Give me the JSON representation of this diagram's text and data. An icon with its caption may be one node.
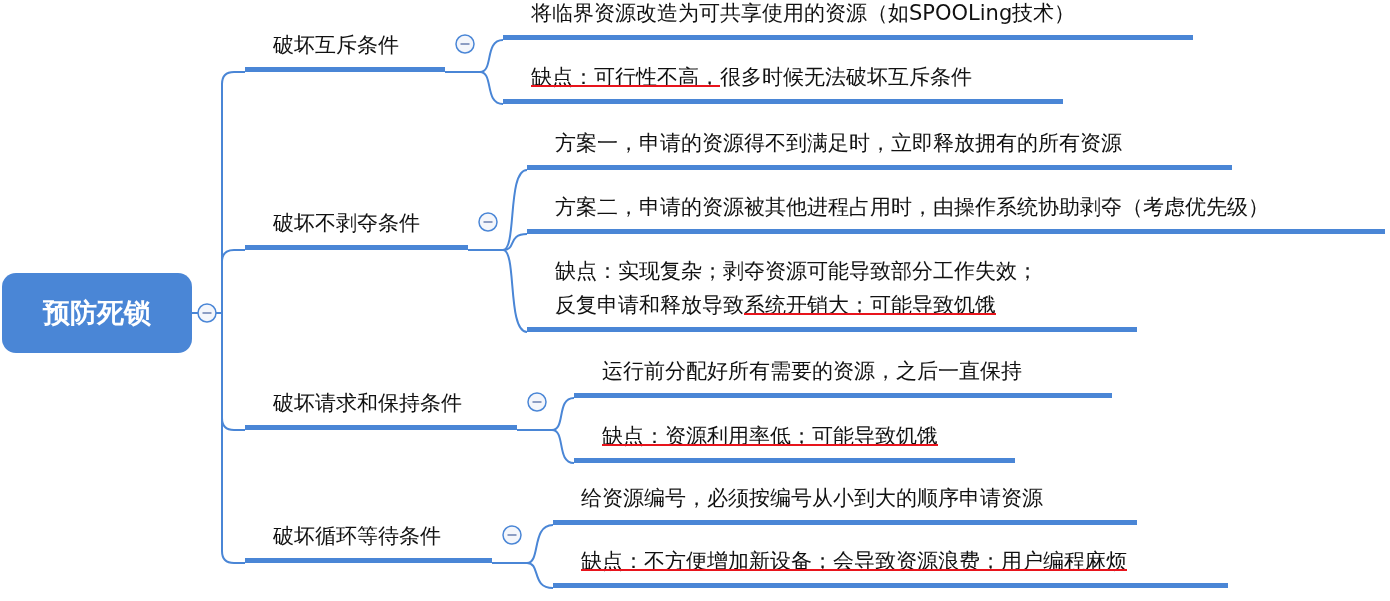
{
  "diagram": {
    "nodes": [
      {
        "text": [
          "预防死锁"
        ]
      },
      {
        "text": [
          "破坏互斥条件"
        ]
      },
      {
        "text": [
          "将临界资源改造为可共享使用的资源（如SPOOLing技术）"
        ]
      },
      {
        "text": [
          "缺点：可行性不高，很多时候无法破坏互斥条件"
        ]
      },
      {
        "text": [
          "破坏不剥夺条件"
        ]
      },
      {
        "text": [
          "方案一，申请的资源得不到满足时，立即释放拥有的所有资源"
        ]
      },
      {
        "text": [
          "方案二，申请的资源被其他进程占用时，由操作系统协助剥夺（考虑优先级）"
        ]
      },
      {
        "text": [
          "缺点：实现复杂；剥夺资源可能导致部分工作失效；反复申请和释放导致系统开销大；可能导致饥饿"
        ]
      },
      {
        "text": [
          "破坏请求和保持条件"
        ]
      },
      {
        "text": [
          "运行前分配好所有需要的资源，之后一直保持"
        ]
      },
      {
        "text": [
          "缺点：资源利用率低；可能导致饥饿"
        ]
      },
      {
        "text": [
          "破坏循环等待条件"
        ]
      },
      {
        "text": [
          "给资源编号，必须按编号从小到大的顺序申请资源"
        ]
      },
      {
        "text": [
          "缺点：不方便增加新设备；会导致资源浪费；用户编程麻烦"
        ]
      }
    ],
    "edges": [
      {
        "from": 0,
        "to": 1,
        "arrow": "none"
      },
      {
        "from": 0,
        "to": 4,
        "arrow": "none"
      },
      {
        "from": 0,
        "to": 8,
        "arrow": "none"
      },
      {
        "from": 0,
        "to": 11,
        "arrow": "none"
      },
      {
        "from": 1,
        "to": 2,
        "arrow": "none"
      },
      {
        "from": 1,
        "to": 3,
        "arrow": "none"
      },
      {
        "from": 4,
        "to": 5,
        "arrow": "none"
      },
      {
        "from": 4,
        "to": 6,
        "arrow": "none"
      },
      {
        "from": 4,
        "to": 7,
        "arrow": "none"
      },
      {
        "from": 8,
        "to": 9,
        "arrow": "none"
      },
      {
        "from": 8,
        "to": 10,
        "arrow": "none"
      },
      {
        "from": 11,
        "to": 12,
        "arrow": "none"
      },
      {
        "from": 11,
        "to": 13,
        "arrow": "none"
      }
    ]
  }
}
